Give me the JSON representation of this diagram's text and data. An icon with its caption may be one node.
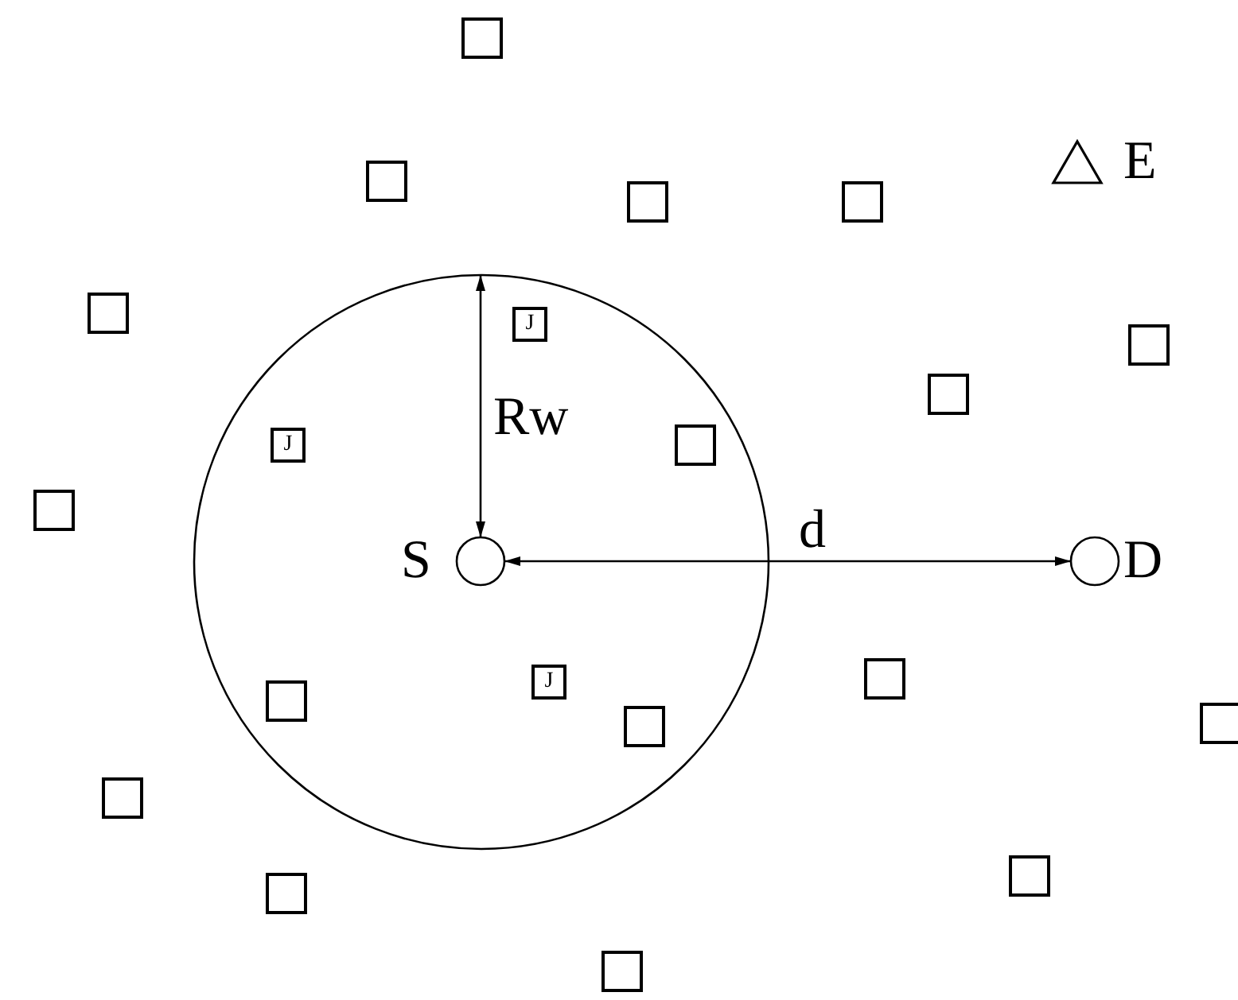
{
  "diagram": {
    "nodes": [
      {
        "text": [],
        "shape": "circle"
      },
      {
        "text": [],
        "shape": "box"
      },
      {
        "text": [
          "E"
        ]
      },
      {
        "text": [],
        "shape": "box"
      },
      {
        "text": [],
        "shape": "box"
      },
      {
        "text": [],
        "shape": "box"
      },
      {
        "text": [],
        "shape": "box"
      },
      {
        "text": [
          "J"
        ],
        "in": 0
      },
      {
        "text": [],
        "shape": "box"
      },
      {
        "text": [],
        "shape": "box"
      },
      {
        "text": [
          "J"
        ],
        "in": 0
      },
      {
        "text": [],
        "shape": "box",
        "in": 0
      },
      {
        "text": [],
        "shape": "box"
      },
      {
        "text": [
          "S"
        ],
        "in": 0
      },
      {
        "text": [
          "D"
        ]
      },
      {
        "text": [],
        "shape": "box"
      },
      {
        "text": [
          "J"
        ],
        "in": 0
      },
      {
        "text": [],
        "shape": "box",
        "in": 0
      },
      {
        "text": [],
        "shape": "box"
      },
      {
        "text": [],
        "shape": "box",
        "in": 0
      },
      {
        "text": [],
        "shape": "box"
      },
      {
        "text": [],
        "shape": "box"
      },
      {
        "text": [],
        "shape": "box"
      },
      {
        "text": [],
        "shape": "box"
      }
    ],
    "edges": [
      {
        "from": 0,
        "to": 13,
        "arrow": "both",
        "label": "Rw"
      },
      {
        "from": 13,
        "to": 14,
        "arrow": "both",
        "label": "d"
      }
    ]
  }
}
